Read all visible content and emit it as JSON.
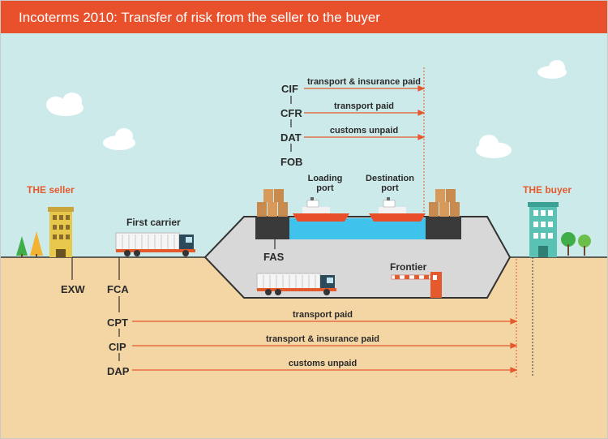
{
  "title": "Incoterms 2010: Transfer of risk from the seller to the buyer",
  "parties": {
    "seller": "THE seller",
    "buyer": "THE buyer"
  },
  "places": {
    "first_carrier": "First carrier",
    "loading_port": "Loading port",
    "destination_port": "Destination port",
    "frontier": "Frontier"
  },
  "sea_terms": [
    {
      "term": "CIF",
      "note": "transport & insurance paid"
    },
    {
      "term": "CFR",
      "note": "transport paid"
    },
    {
      "term": "DAT",
      "note": "customs unpaid"
    },
    {
      "term": "FOB",
      "note": ""
    }
  ],
  "fas": "FAS",
  "land_terms": [
    {
      "term": "EXW",
      "note": ""
    },
    {
      "term": "FCA",
      "note": ""
    },
    {
      "term": "CPT",
      "note": "transport paid"
    },
    {
      "term": "CIP",
      "note": "transport & insurance paid"
    },
    {
      "term": "DAP",
      "note": "customs unpaid"
    }
  ],
  "colors": {
    "title_bar": "#e9502c",
    "sky": "#cdeaea",
    "ground": "#f4d6a4",
    "arrow": "#e55a2c",
    "water": "#3fc3ec",
    "hull": "#e94e2a"
  }
}
